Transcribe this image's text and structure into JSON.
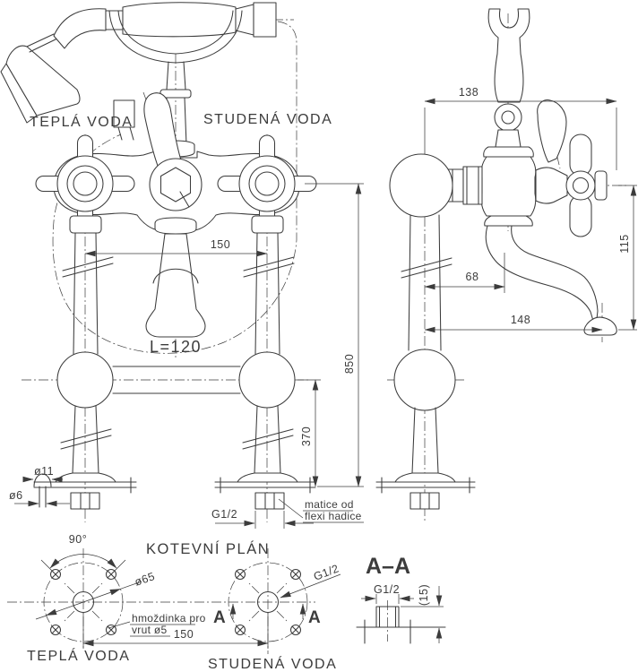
{
  "colors": {
    "ink": "#3c3c3c",
    "paper": "#ffffff"
  },
  "front_view": {
    "label_hot": "TEPLÁ VODA",
    "label_cold": "STUDENÁ VODA",
    "dim_handle_spacing": "150",
    "dim_spout_length": "L=120",
    "dim_total_height": "850",
    "dim_leg_height": "370",
    "dim_anchor_head_dia": "ø11",
    "dim_anchor_screw_dia": "ø6",
    "dim_thread": "G1/2",
    "note_nut_line1": "matice od",
    "note_nut_line2": "flexi hadice"
  },
  "side_view": {
    "dim_depth": "138",
    "dim_spout_drop": "115",
    "dim_spout_axis_offset": "68",
    "dim_spout_reach": "148"
  },
  "plan_view": {
    "title": "KOTEVNÍ PLÁN",
    "label_hot": "TEPLÁ VODA",
    "label_cold": "STUDENÁ VODA",
    "dim_screw_angle": "90°",
    "dim_bolt_circle": "ø65",
    "dim_center_spacing": "150",
    "dim_thread": "G1/2",
    "note_anchor_line1": "hmoždinka pro",
    "note_anchor_line2": "vrut ø5",
    "section_marker": "A"
  },
  "section_view": {
    "title": "A–A",
    "dim_thread": "G1/2",
    "dim_nut_height": "(15)"
  }
}
